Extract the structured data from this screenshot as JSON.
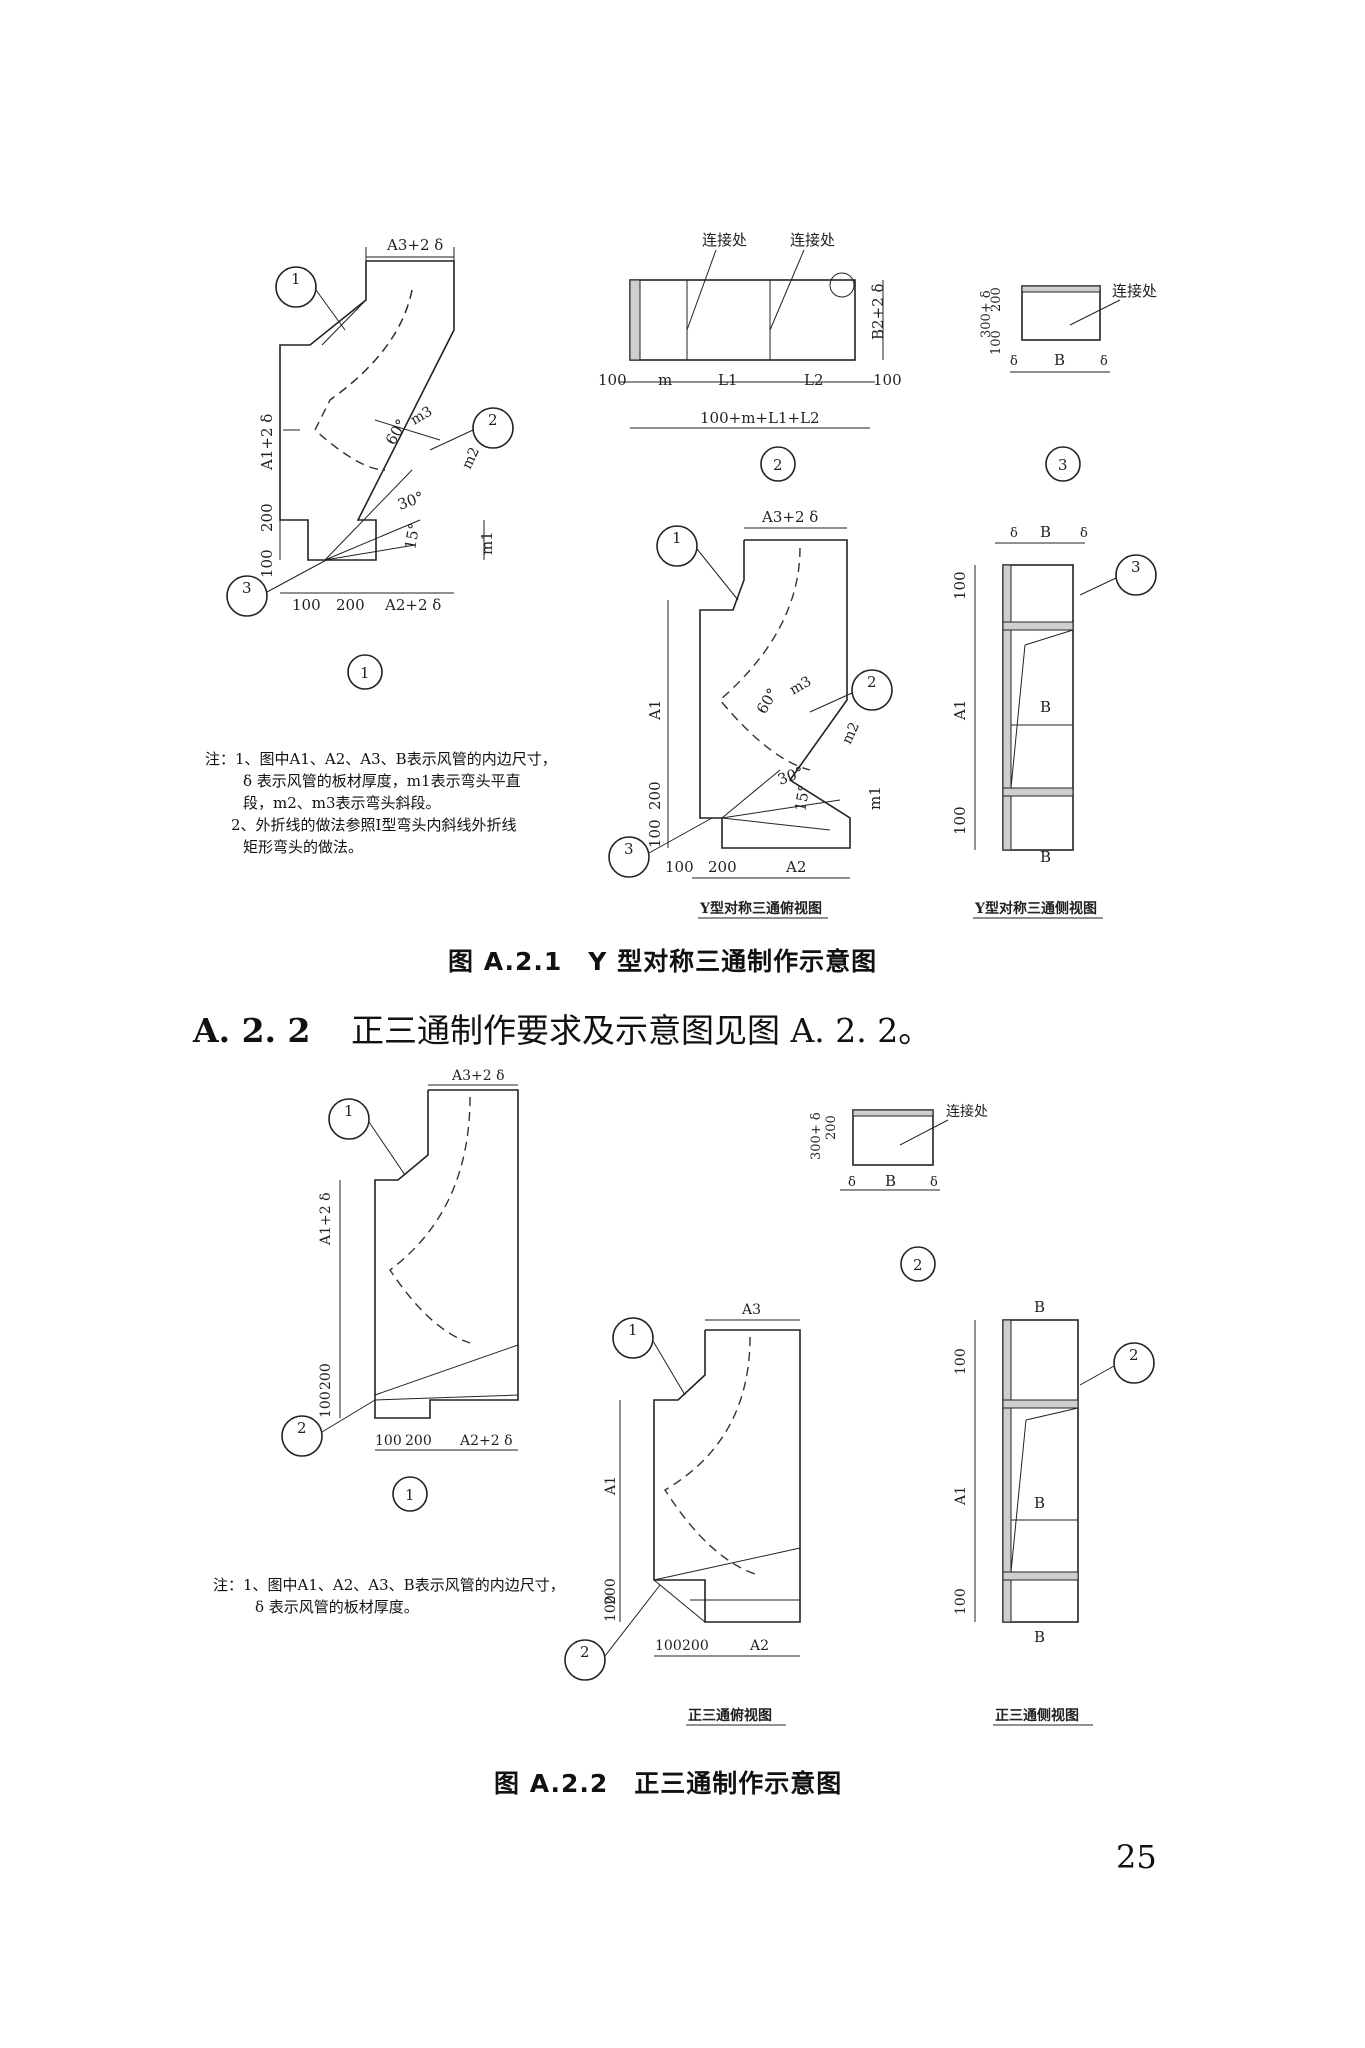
{
  "fig1": {
    "caption": "图 A.2.1　Y 型对称三通制作示意图",
    "dims": {
      "a3_2d": "A3+2 δ",
      "a1_2d": "A1+2 δ",
      "a2_2d": "A2+2 δ",
      "d200": "200",
      "d100": "100",
      "m1": "m1",
      "m2": "m2",
      "m3": "m3",
      "a60": "60°",
      "a30": "30°",
      "a15": "15°",
      "connect": "连接处",
      "b2_2d": "B2+2 δ",
      "m": "m",
      "l1": "L1",
      "l2": "L2",
      "total": "100+m+L1+L2",
      "h300": "300+ δ",
      "b": "B",
      "delta": "δ",
      "a1": "A1",
      "a2": "A2",
      "a3": "A3+2 δ"
    },
    "markers": {
      "one": "1",
      "two": "2",
      "three": "3",
      "dash": "—"
    },
    "view_labels": {
      "one": "1",
      "two": "2",
      "three": "3"
    },
    "view_titles": {
      "top": "Y型对称三通俯视图",
      "side": "Y型对称三通侧视图"
    },
    "notes": [
      "注：1、图中A1、A2、A3、B表示风管的内边尺寸，",
      "δ 表示风管的板材厚度，m1表示弯头平直",
      "段，m2、m3表示弯头斜段。",
      "2、外折线的做法参照Ⅰ型弯头内斜线外折线",
      "矩形弯头的做法。"
    ]
  },
  "section": {
    "number": "A. 2. 2",
    "text": "正三通制作要求及示意图见图 A. 2. 2。"
  },
  "fig2": {
    "caption": "图 A.2.2　正三通制作示意图",
    "dims": {
      "a3_2d": "A3+2 δ",
      "a1_2d": "A1+2 δ",
      "a2_2d": "A2+2 δ",
      "a3": "A3",
      "a1": "A1",
      "a2": "A2",
      "d200": "200",
      "d100": "100",
      "connect": "连接处",
      "h300": "300+ δ",
      "b": "B",
      "delta": "δ"
    },
    "view_labels": {
      "one": "1",
      "two": "2"
    },
    "view_titles": {
      "top": "正三通俯视图",
      "side": "正三通侧视图"
    },
    "notes": [
      "注：1、图中A1、A2、A3、B表示风管的内边尺寸，",
      "δ 表示风管的板材厚度。"
    ]
  },
  "page_number": "25"
}
